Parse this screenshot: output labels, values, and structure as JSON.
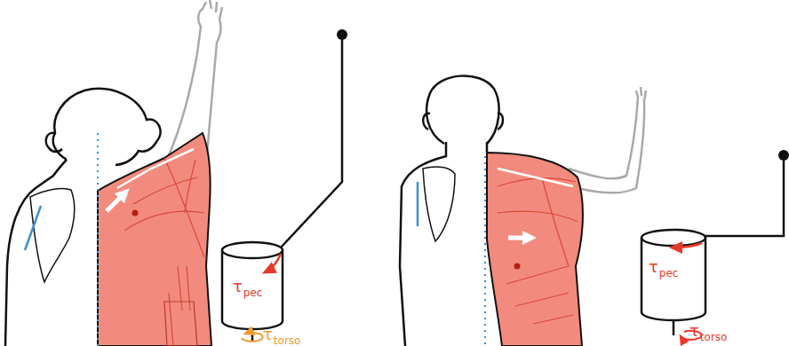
{
  "diagram": {
    "labels": [
      "τ",
      "pec",
      "τ",
      "torso",
      "τ",
      "pec",
      "τ",
      "torso"
    ]
  }
}
